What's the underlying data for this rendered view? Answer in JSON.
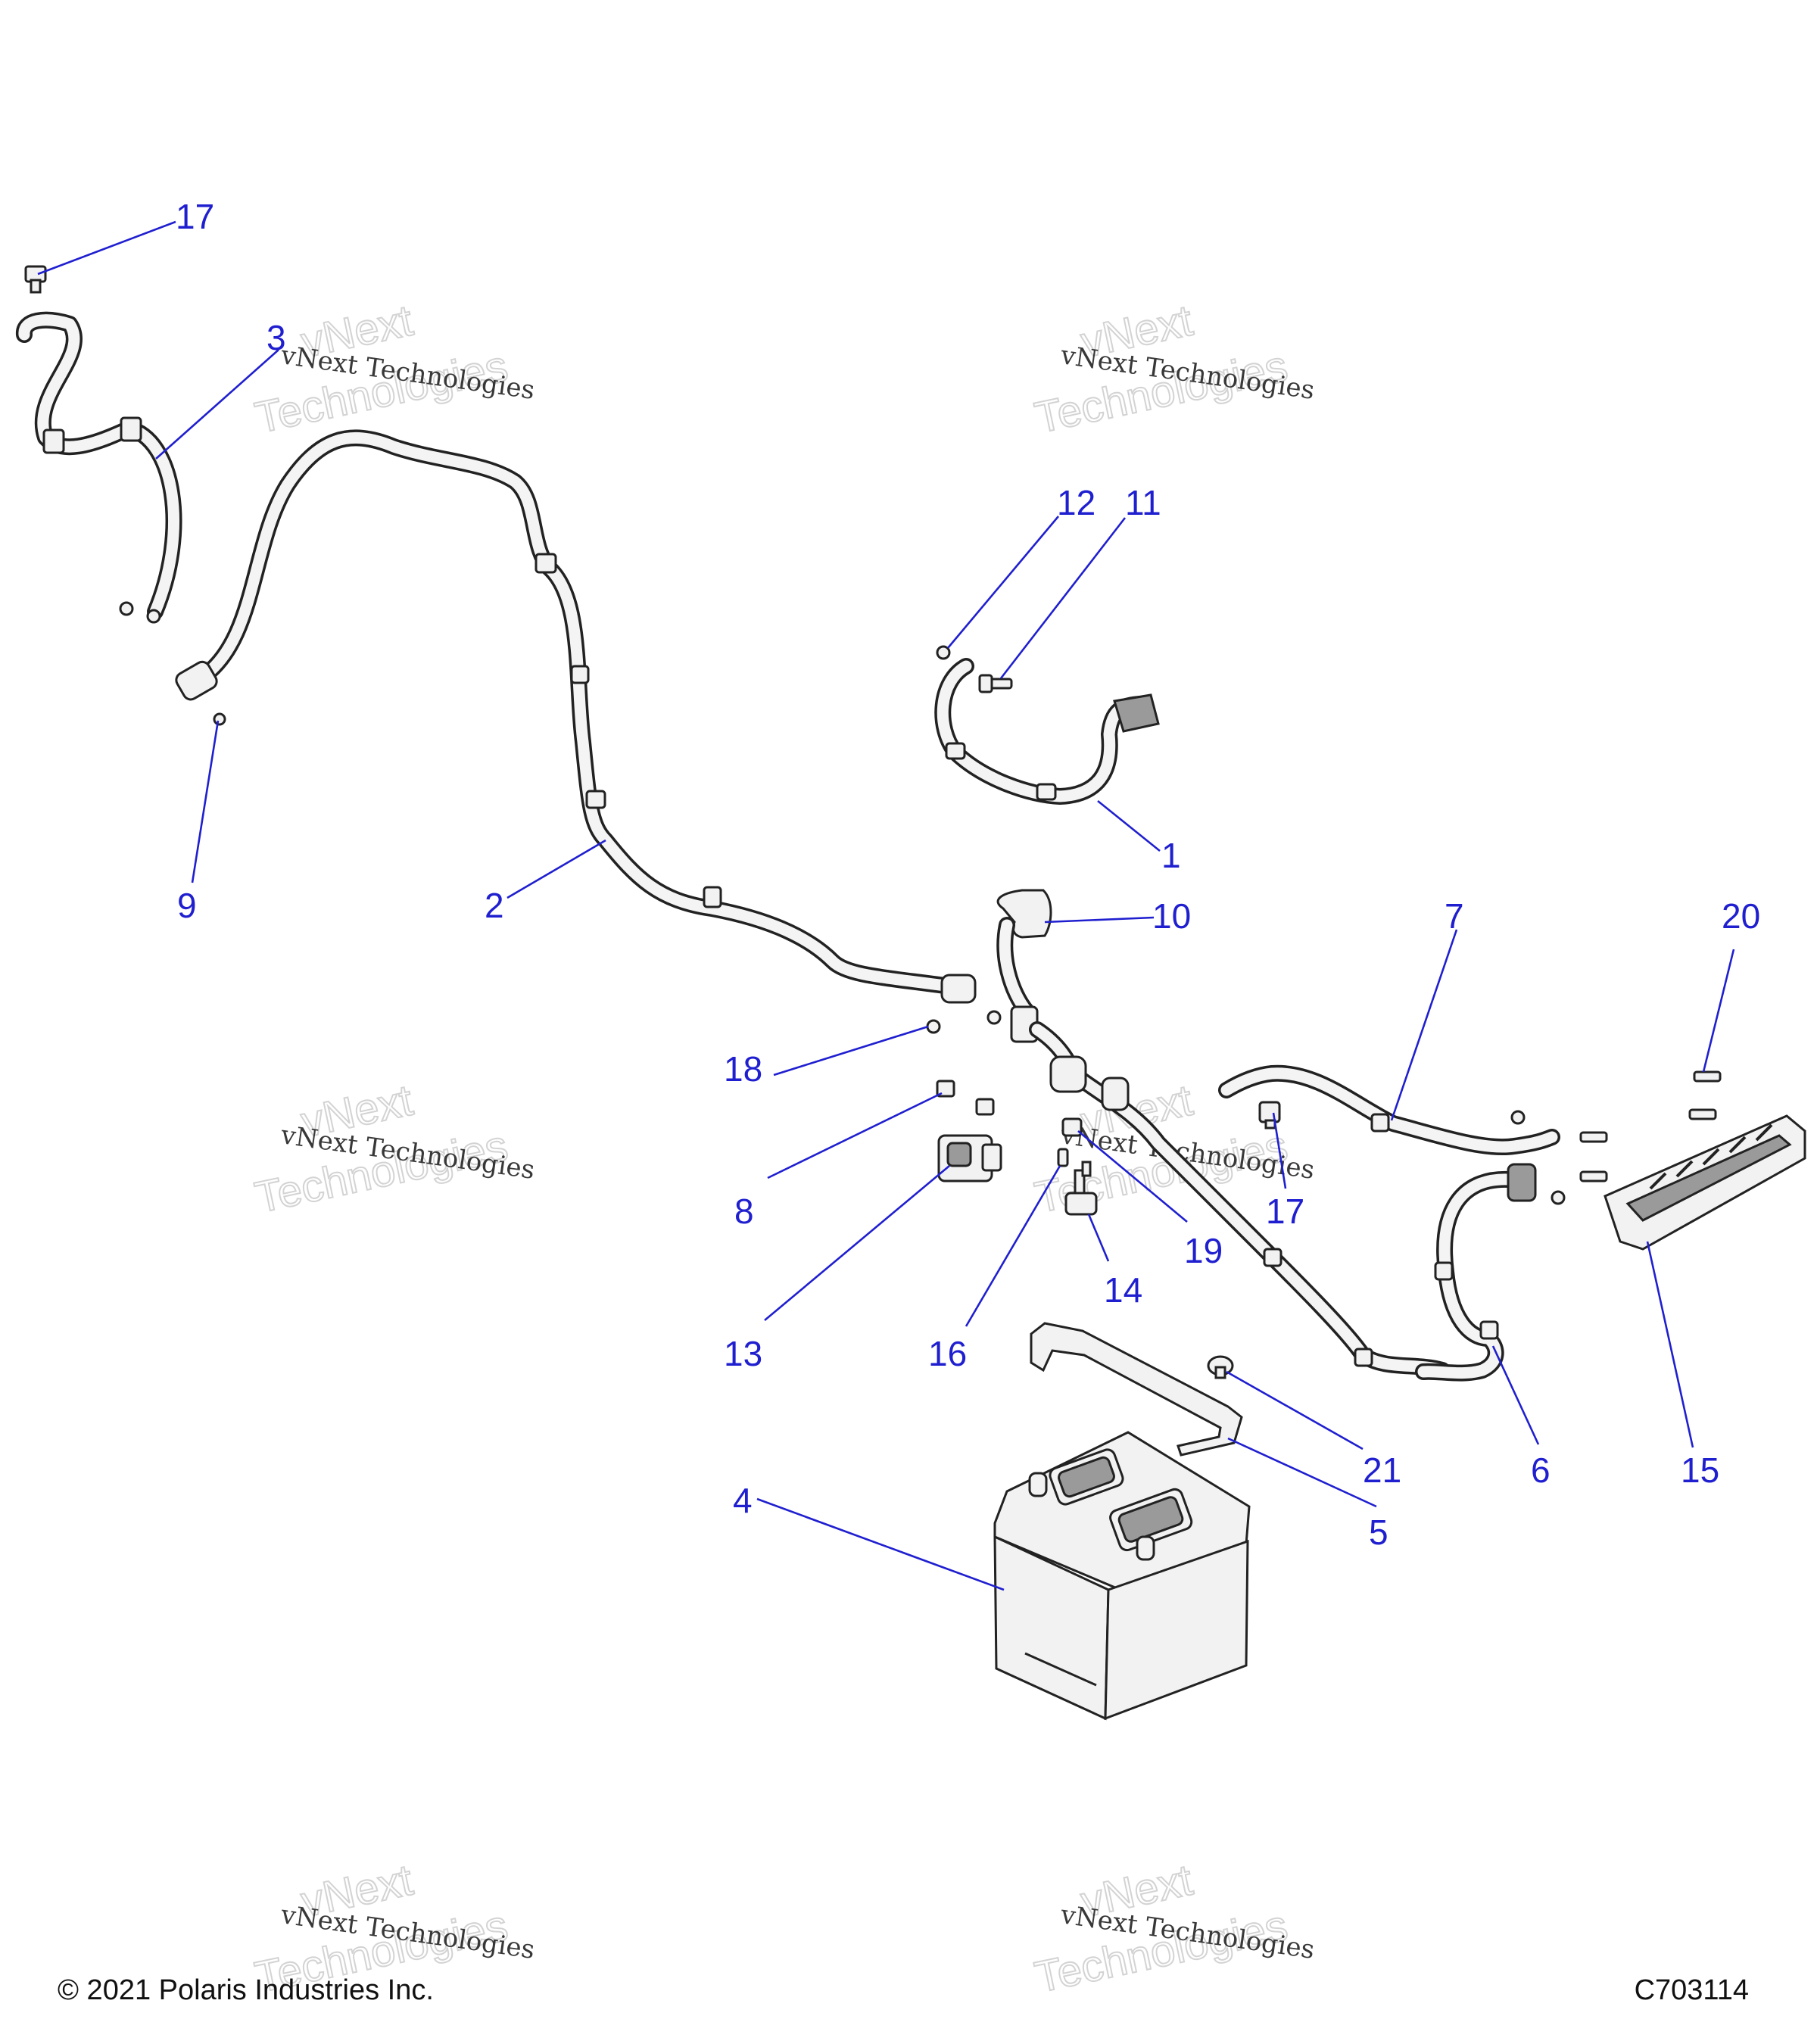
{
  "callouts": {
    "c1": "1",
    "c2": "2",
    "c3": "3",
    "c4": "4",
    "c5": "5",
    "c6": "6",
    "c7": "7",
    "c8": "8",
    "c9": "9",
    "c10": "10",
    "c11": "11",
    "c12": "12",
    "c13": "13",
    "c14": "14",
    "c15": "15",
    "c16": "16",
    "c17a": "17",
    "c17b": "17",
    "c18": "18",
    "c19": "19",
    "c20": "20",
    "c21": "21"
  },
  "watermark": {
    "line1": "vNext Technologies",
    "line2": "vNext",
    "line3": "Technologies"
  },
  "footer": {
    "copyright": "© 2021 Polaris Industries Inc.",
    "drawing_id": "C703114"
  },
  "colors": {
    "callout": "#1f1fd0",
    "line_art": "#222222",
    "battery_fill": "#eeeeee"
  }
}
